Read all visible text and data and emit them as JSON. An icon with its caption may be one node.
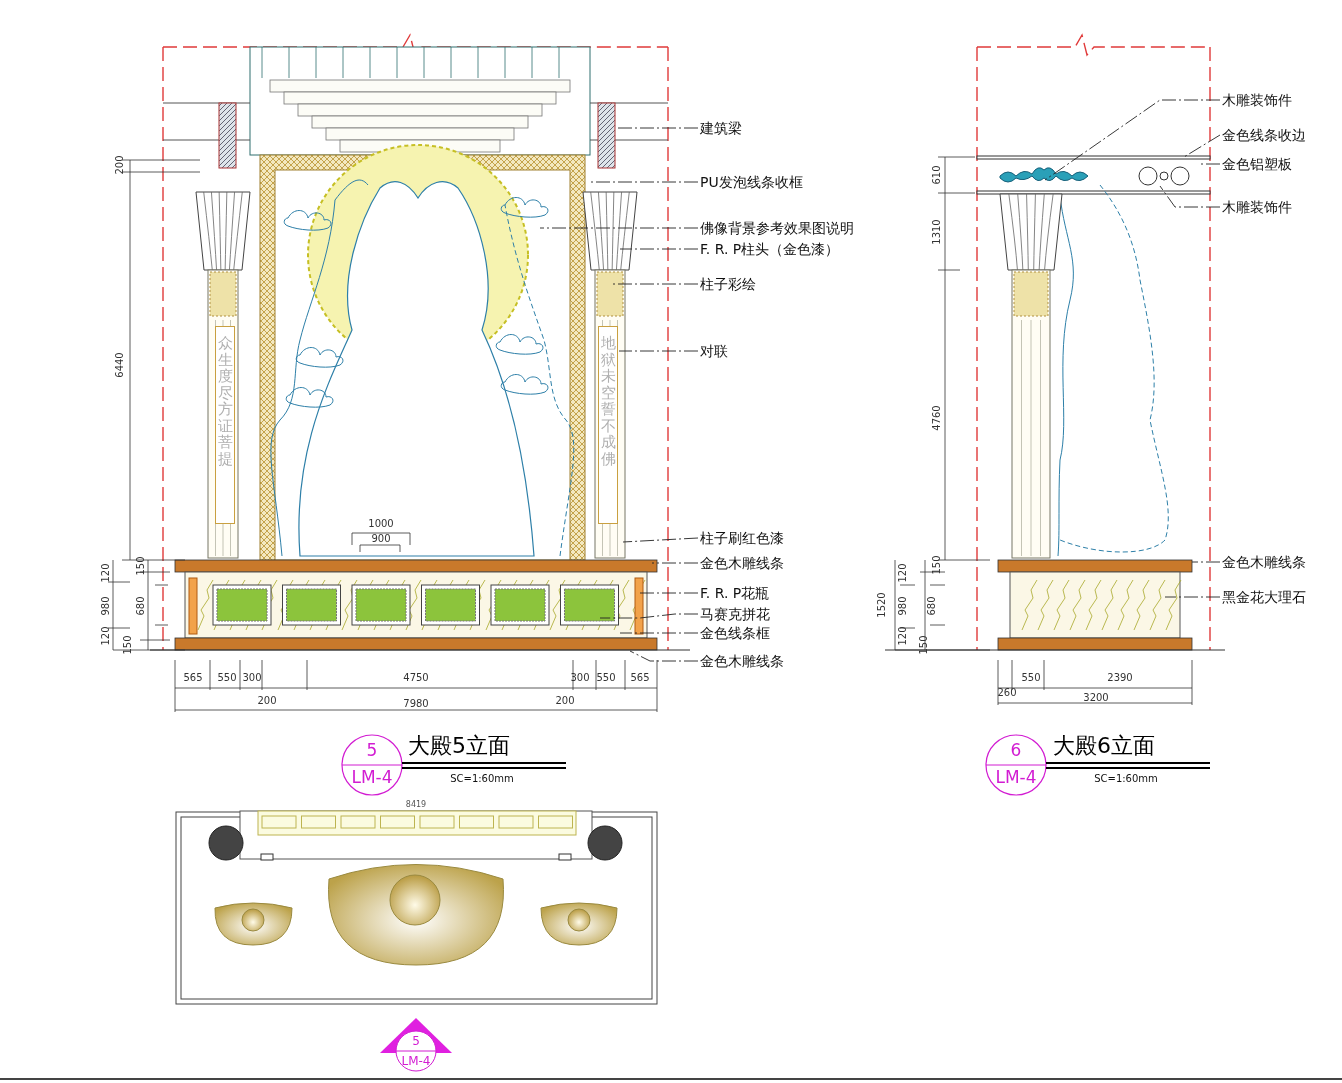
{
  "diagram": {
    "nodes": [
      {
        "text": [
          "建筑梁"
        ]
      },
      {
        "text": [
          "PU发泡线条收框"
        ]
      },
      {
        "text": [
          "佛像背景参考效果图说明"
        ]
      },
      {
        "text": [
          "F. R. P柱头（金色漆）"
        ]
      },
      {
        "text": [
          "柱子彩绘"
        ]
      },
      {
        "text": [
          "对联"
        ]
      },
      {
        "text": [
          "柱子刷红色漆"
        ]
      },
      {
        "text": [
          "金色木雕线条"
        ]
      },
      {
        "text": [
          "F. R. P花瓶"
        ]
      },
      {
        "text": [
          "马赛克拼花"
        ]
      },
      {
        "text": [
          "金色线条框"
        ]
      },
      {
        "text": [
          "金色木雕线条"
        ]
      },
      {
        "text": [
          "木雕装饰件"
        ]
      },
      {
        "text": [
          "金色线条收边"
        ]
      },
      {
        "text": [
          "金色铝塑板"
        ]
      },
      {
        "text": [
          "木雕装饰件"
        ]
      },
      {
        "text": [
          "金色木雕线条"
        ]
      },
      {
        "text": [
          "黑金花大理石"
        ]
      },
      {
        "text": [
          "众生度尽方证菩提"
        ]
      },
      {
        "text": [
          "地狱未空誓不成佛"
        ]
      }
    ],
    "edges": [
      {
        "from": 0,
        "to": null,
        "arrow": "none"
      },
      {
        "from": 1,
        "to": null,
        "arrow": "none"
      },
      {
        "from": 2,
        "to": null,
        "arrow": "none"
      },
      {
        "from": 3,
        "to": null,
        "arrow": "none"
      },
      {
        "from": 4,
        "to": null,
        "arrow": "none"
      },
      {
        "from": 5,
        "to": 19,
        "arrow": "none"
      },
      {
        "from": 6,
        "to": null,
        "arrow": "none"
      },
      {
        "from": 7,
        "to": null,
        "arrow": "none"
      },
      {
        "from": 8,
        "to": null,
        "arrow": "none"
      },
      {
        "from": 9,
        "to": null,
        "arrow": "none"
      },
      {
        "from": 10,
        "to": null,
        "arrow": "none"
      },
      {
        "from": 11,
        "to": null,
        "arrow": "none"
      },
      {
        "from": 12,
        "to": null,
        "arrow": "none"
      },
      {
        "from": 13,
        "to": null,
        "arrow": "none"
      },
      {
        "from": 14,
        "to": null,
        "arrow": "none"
      },
      {
        "from": 15,
        "to": null,
        "arrow": "none"
      },
      {
        "from": 16,
        "to": null,
        "arrow": "none"
      },
      {
        "from": 17,
        "to": null,
        "arrow": "none"
      }
    ],
    "labels": [
      "200",
      "6440",
      "120",
      "150",
      "980",
      "680",
      "120",
      "150",
      "1000",
      "900",
      "565",
      "550",
      "300",
      "4750",
      "300",
      "550",
      "565",
      "200",
      "7980",
      "200",
      "610",
      "1310",
      "4760",
      "120",
      "150",
      "1520",
      "980",
      "680",
      "120",
      "150",
      "550",
      "2390",
      "260",
      "3200",
      "5",
      "LM-4",
      "大殿5立面",
      "SC=1:60mm",
      "6",
      "LM-4",
      "大殿6立面",
      "SC=1:60mm",
      "8419",
      "5",
      "LM-4"
    ]
  }
}
